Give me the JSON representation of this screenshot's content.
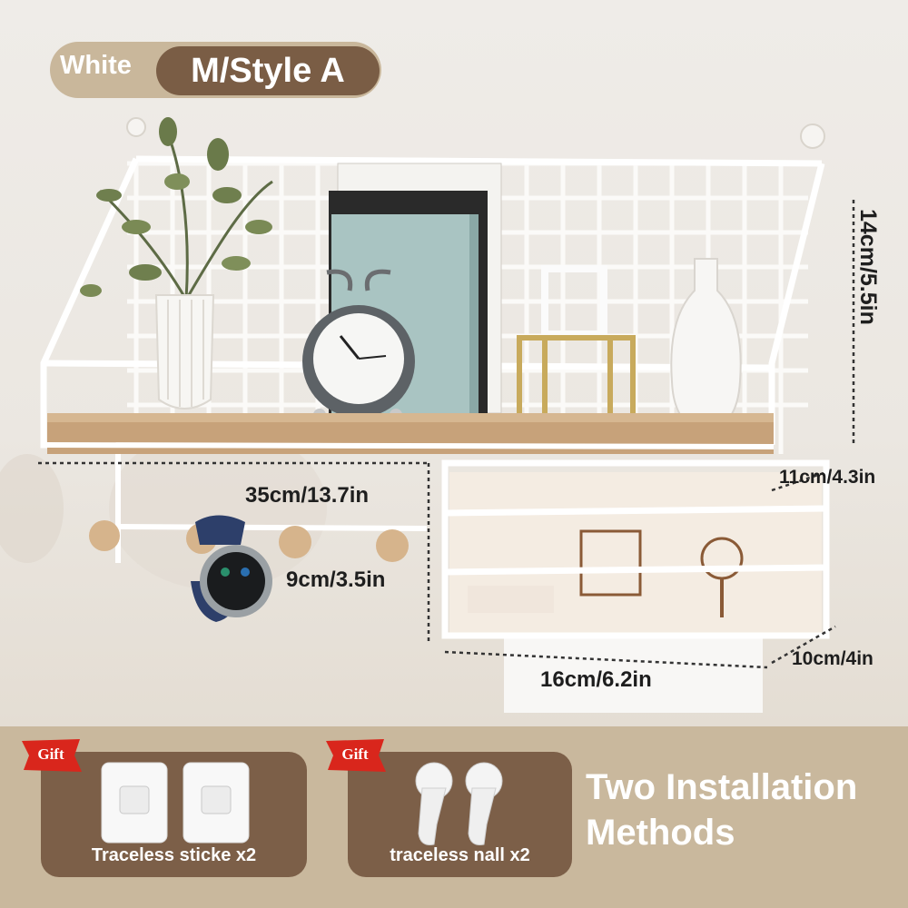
{
  "badge": {
    "color": "White",
    "style": "M/Style A"
  },
  "dimensions": {
    "height": "14cm/5.5in",
    "width": "35cm/13.7in",
    "depth": "11cm/4.3in",
    "hook_rail": "9cm/3.5in",
    "box_depth": "10cm/4in",
    "box_width": "16cm/6.2in"
  },
  "gifts": [
    {
      "tag": "Gift",
      "label": "Traceless sticke x2",
      "icon": "adhesive-hook-icon"
    },
    {
      "tag": "Gift",
      "label": "traceless nall x2",
      "icon": "wall-hook-icon"
    }
  ],
  "installation_text": [
    "Two Installation",
    "Methods"
  ],
  "colors": {
    "badge_light": "#c9b79b",
    "badge_dark": "#7a5d45",
    "card": "#7c5f48",
    "gift_tag": "#d9261c",
    "bottom_band": "#c9b89d"
  }
}
